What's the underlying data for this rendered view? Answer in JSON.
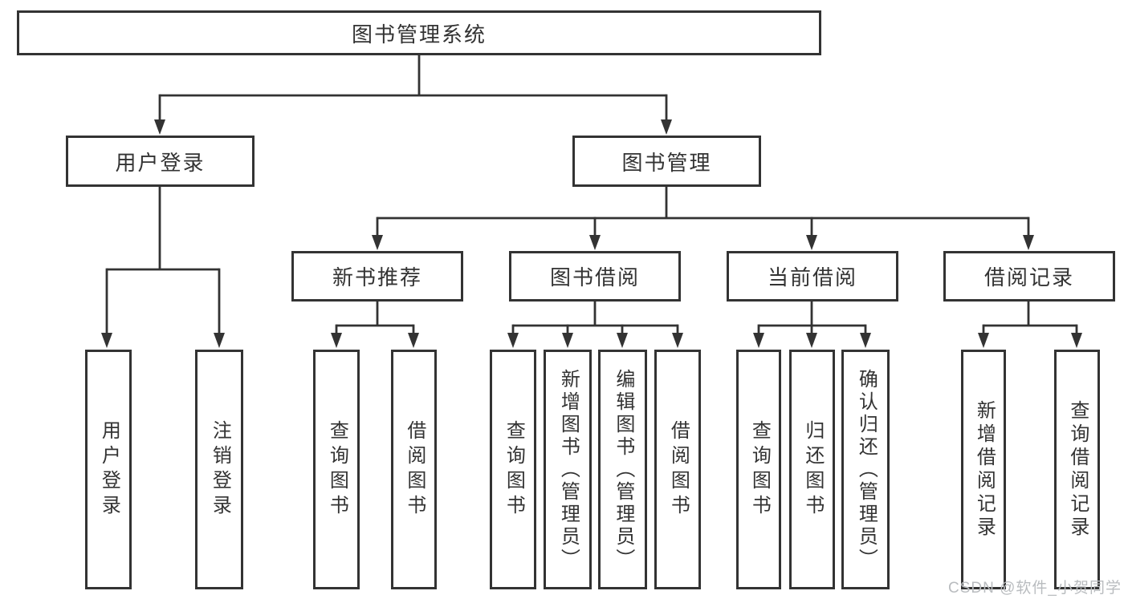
{
  "tree": {
    "root": "图书管理系统",
    "user_login": {
      "label": "用户登录",
      "children": [
        "用户登录",
        "注销登录"
      ]
    },
    "book_management": {
      "label": "图书管理",
      "sections": [
        {
          "label": "新书推荐",
          "children": [
            "查询图书",
            "借阅图书"
          ]
        },
        {
          "label": "图书借阅",
          "children": [
            "查询图书",
            "新增图书（管理员）",
            "编辑图书（管理员）",
            "借阅图书"
          ]
        },
        {
          "label": "当前借阅",
          "children": [
            "查询图书",
            "归还图书",
            "确认归还（管理员）"
          ]
        },
        {
          "label": "借阅记录",
          "children": [
            "新增借阅记录",
            "查询借阅记录"
          ]
        }
      ]
    }
  },
  "watermark": "CSDN @软件_小贺同学",
  "colors": {
    "line": "#333333",
    "box_border": "#333333",
    "text": "#333333",
    "watermark": "#b9bcbf",
    "background": "#ffffff"
  }
}
